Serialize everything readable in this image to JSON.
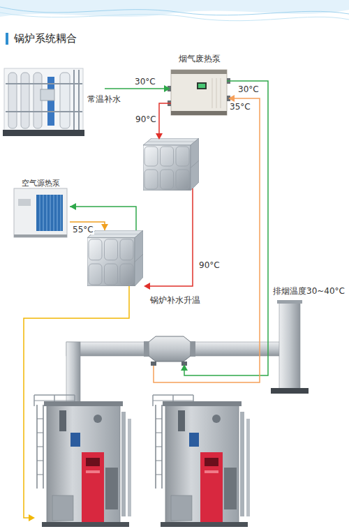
{
  "diagram": {
    "title": "锅炉系统耦合",
    "nodes": [
      {
        "text": [
          "烟气废热泵"
        ]
      },
      {
        "text": [
          "空气源热泵"
        ]
      },
      {
        "text": [
          "锅炉补水升温"
        ]
      }
    ],
    "edges": [
      {
        "from": 1,
        "to": 2,
        "arrow": "to",
        "label": "55°C"
      },
      {
        "from": 2,
        "to": 1,
        "arrow": "to"
      }
    ],
    "labels": [
      "常温补水",
      "30°C",
      "90°C",
      "30°C",
      "35°C",
      "90°C",
      "排烟温度30~40°C"
    ]
  }
}
